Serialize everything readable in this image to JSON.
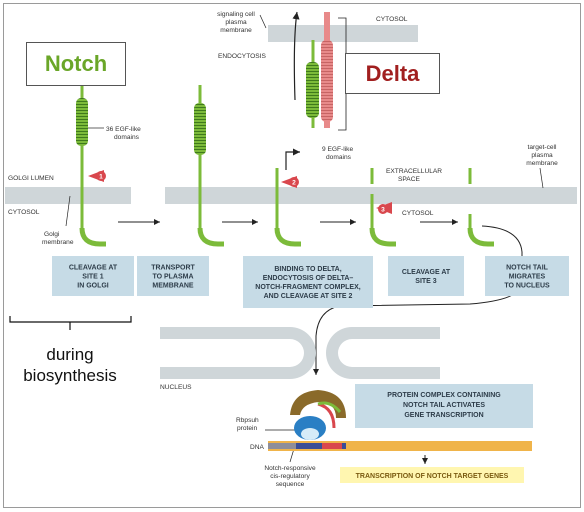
{
  "labels": {
    "notch": "Notch",
    "delta": "Delta",
    "signaling_cell_line1": "signaling cell",
    "signaling_cell_line2": "plasma",
    "signaling_cell_line3": "membrane",
    "cytosol_top": "CYTOSOL",
    "endocytosis": "ENDOCYTOSIS",
    "egf36_line1": "36 EGF-like",
    "egf36_line2": "domains",
    "egf9_line1": "9 EGF-like",
    "egf9_line2": "domains",
    "golgi_lumen": "GOLGI LUMEN",
    "cytosol_left": "CYTOSOL",
    "golgi_membrane_line1": "Golgi",
    "golgi_membrane_line2": "membrane",
    "extracellular_line1": "EXTRACELLULAR",
    "extracellular_line2": "SPACE",
    "cytosol_mid": "CYTOSOL",
    "target_cell_line1": "target-cell",
    "target_cell_line2": "plasma",
    "target_cell_line3": "membrane",
    "site1": "1",
    "site2": "2",
    "site3": "3",
    "nucleus": "NUCLEUS",
    "rbpsuh_line1": "Rbpsuh",
    "rbpsuh_line2": "protein",
    "dna": "DNA",
    "cis_line1": "Notch-responsive",
    "cis_line2": "cis-regulatory",
    "cis_line3": "sequence",
    "during_line1": "during",
    "during_line2": "biosynthesis"
  },
  "step_boxes": [
    {
      "lines": [
        "CLEAVAGE AT",
        "SITE 1",
        "IN GOLGI"
      ]
    },
    {
      "lines": [
        "TRANSPORT",
        "TO PLASMA",
        "MEMBRANE"
      ]
    },
    {
      "lines": [
        "BINDING TO DELTA,",
        "ENDOCYTOSIS OF DELTA–",
        "NOTCH-FRAGMENT COMPLEX,",
        "AND CLEAVAGE AT SITE 2"
      ]
    },
    {
      "lines": [
        "CLEAVAGE AT",
        "SITE 3"
      ]
    },
    {
      "lines": [
        "NOTCH TAIL",
        "MIGRATES",
        "TO NUCLEUS"
      ]
    }
  ],
  "complex_box": {
    "lines": [
      "PROTEIN COMPLEX CONTAINING",
      "NOTCH TAIL ACTIVATES",
      "GENE TRANSCRIPTION"
    ]
  },
  "transcription_box": "TRANSCRIPTION OF NOTCH TARGET GENES",
  "colors": {
    "notch_green": "#7cbb3a",
    "notch_dark": "#3f7a1c",
    "delta_pink": "#e88a8a",
    "membrane_gray": "#cfd6d9",
    "step_box_blue": "#c6dbe6",
    "transcription_yellow": "#fff6b0",
    "cleavage_red": "#d9474d",
    "dna_orange": "#f0b44a"
  }
}
